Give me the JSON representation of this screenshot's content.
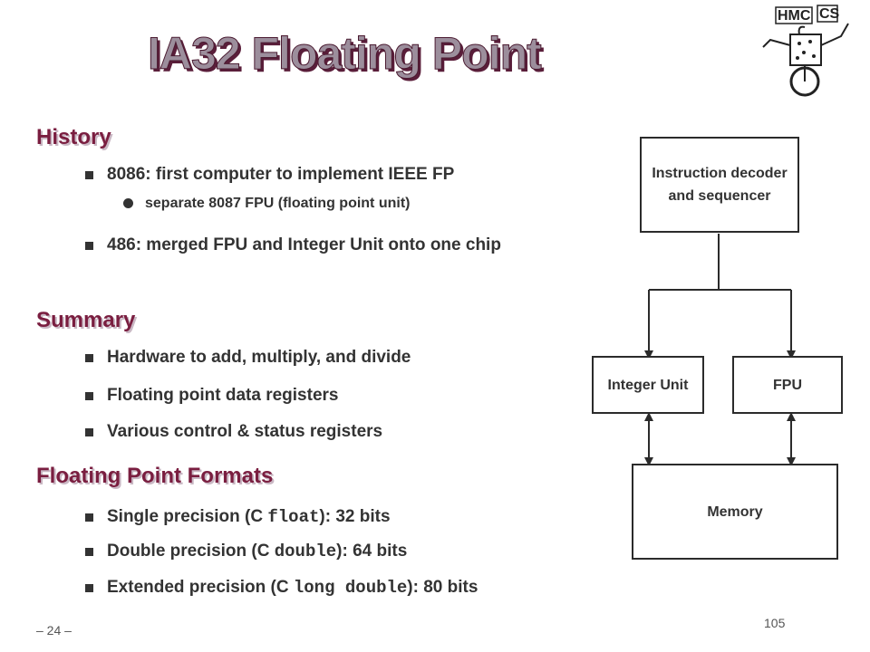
{
  "slide": {
    "title": "IA32 Floating Point",
    "page_number": "– 24 –",
    "slide_number": "105"
  },
  "logo": {
    "text_left": "HMC",
    "text_right": "CS"
  },
  "history": {
    "heading": "History",
    "items": [
      {
        "text": "8086: first computer to implement IEEE FP",
        "sub": [
          "separate 8087 FPU (floating point unit)"
        ]
      },
      {
        "text": "486: merged FPU and Integer Unit onto one chip"
      }
    ]
  },
  "summary": {
    "heading": "Summary",
    "items": [
      "Hardware to add, multiply, and divide",
      "Floating point data registers",
      "Various control & status registers"
    ]
  },
  "formats": {
    "heading": "Floating Point Formats",
    "items": [
      {
        "pre": "Single precision (C ",
        "code": "float",
        "post": "): 32 bits"
      },
      {
        "pre": "Double precision (C ",
        "code": "double",
        "post": "): 64 bits"
      },
      {
        "pre": "Extended precision (C ",
        "code": "long double",
        "post": "): 80 bits"
      }
    ]
  },
  "diagram": {
    "decoder": "Instruction decoder and sequencer",
    "integer_unit": "Integer Unit",
    "fpu": "FPU",
    "memory": "Memory"
  }
}
